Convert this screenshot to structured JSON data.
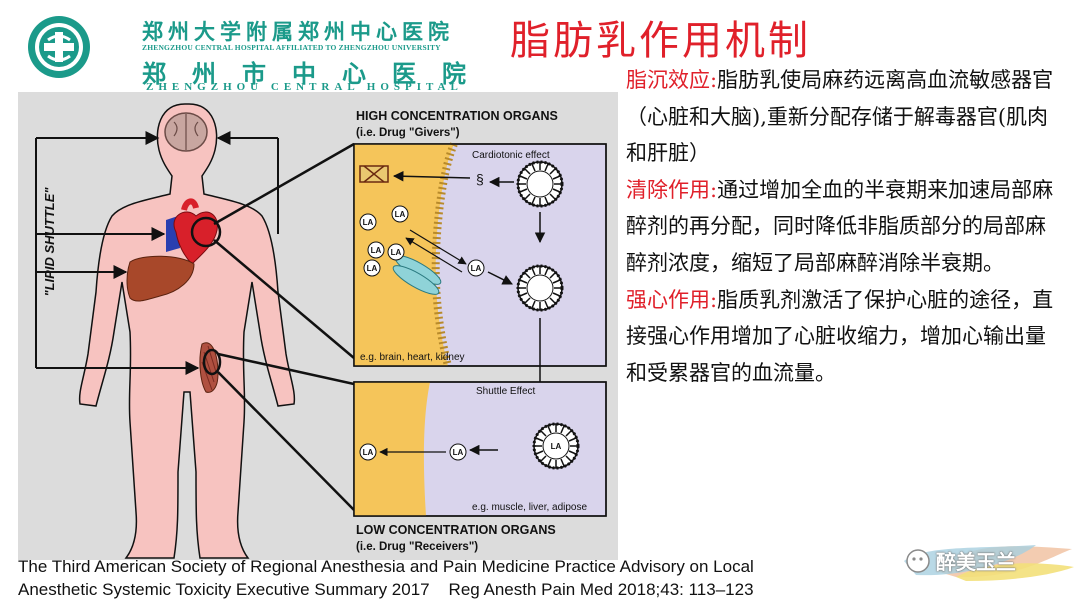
{
  "header": {
    "hospital_cn": "郑州大学附属郑州中心医院",
    "hospital_en_small": "ZHENGZHOU CENTRAL HOSPITAL AFFILIATED TO ZHENGZHOU UNIVERSITY",
    "hospital_cn2": "郑州市中心医院",
    "hospital_en": "ZHENGZHOU CENTRAL HOSPITAL",
    "title": "脂肪乳作用机制"
  },
  "diagram": {
    "lipid_shuttle": "\"LIPID SHUTTLE\"",
    "high_title": "HIGH CONCENTRATION ORGANS",
    "high_sub": "(i.e. Drug \"Givers\")",
    "cardiotonic": "Cardiotonic effect",
    "high_eg": "e.g. brain, heart, kidney",
    "shuttle": "Shuttle Effect",
    "low_eg": "e.g. muscle, liver, adipose",
    "low_title": "LOW CONCENTRATION ORGANS",
    "low_sub": "(i.e. Drug \"Receivers\")",
    "la": "LA"
  },
  "text": {
    "p1_label": "脂沉效应:",
    "p1_body": "脂肪乳使局麻药远离高血流敏感器官（心脏和大脑),重新分配存储于解毒器官(肌肉和肝脏）",
    "p2_label": "清除作用:",
    "p2_body": "通过增加全血的半衰期来加速局部麻醉剂的再分配，同时降低非脂质部分的局部麻醉剂浓度，缩短了局部麻醉消除半衰期。",
    "p3_label": "强心作用:",
    "p3_body": "脂质乳剂激活了保护心脏的途径，直接强心作用增加了心脏收缩力，增加心输出量和受累器官的血流量。"
  },
  "citation": {
    "line1": "The Third American Society of Regional Anesthesia and Pain Medicine Practice Advisory on Local",
    "line2a": "Anesthetic Systemic Toxicity Executive Summary 2017",
    "line2b": "Reg Anesth Pain Med 2018;43: 113–123"
  },
  "watermark": {
    "text": "醉美玉兰"
  },
  "colors": {
    "accent_red": "#e0202a",
    "teal": "#1b9a8a",
    "panel_lavender": "#d9d4ec",
    "panel_yellow": "#f5c55a",
    "skin": "#f7c3c0"
  }
}
